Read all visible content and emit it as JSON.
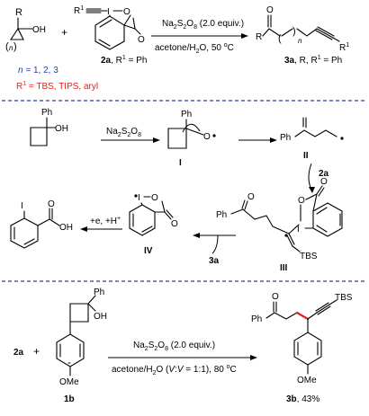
{
  "top": {
    "start_R": "R",
    "start_OH": "OH",
    "start_n": "n",
    "plus": "+",
    "reagent_R1": "R",
    "reagent_R1_sup": "1",
    "reagent_I": "I",
    "reagent_O1": "O",
    "reagent_O2": "O",
    "reagent_label": "2a",
    "reagent_label_suffix": ", R",
    "reagent_label_sup": "1",
    "reagent_label_end": " = Ph",
    "cond_above": "Na",
    "cond_above_sub1": "2",
    "cond_above_S": "S",
    "cond_above_sub2": "2",
    "cond_above_O": "O",
    "cond_above_sub3": "8",
    "cond_above_end": " (2.0 equiv.)",
    "cond_below": "acetone/H",
    "cond_below_sub": "2",
    "cond_below_end": "O, 50 ",
    "cond_below_deg": "o",
    "cond_below_C": "C",
    "prod_O": "O",
    "prod_R": "R",
    "prod_n": "n",
    "prod_R1": "R",
    "prod_R1_sup": "1",
    "prod_label": "3a",
    "prod_label_end": ", R, R",
    "prod_label_sup": "1",
    "prod_label_tail": " = Ph",
    "note_n": "n",
    "note_n_end": " = 1, 2, 3",
    "note_R1": "R",
    "note_R1_sup": "1",
    "note_R1_end": " = TBS, TIPS, aryl"
  },
  "mech": {
    "sm_Ph": "Ph",
    "sm_OH": "OH",
    "reag_Na": "Na",
    "reag_s1": "2",
    "reag_S": "S",
    "reag_s2": "2",
    "reag_O": "O",
    "reag_s3": "8",
    "int1_Ph": "Ph",
    "int1_O": "O",
    "int1_label": "I",
    "int2_Ph": "Ph",
    "int2_label": "II",
    "arrow_2a": "2a",
    "int3_O": "O",
    "int3_Ph": "Ph",
    "int3_I": "I",
    "int3_O2": "O",
    "int3_O3": "O",
    "int3_TBS": "TBS",
    "int3_label": "III",
    "arrow_3a": "3a",
    "int4_I": "I",
    "int4_O": "O",
    "int4_O2": "O",
    "int4_label": "IV",
    "arrow_eh": "+e, +H",
    "arrow_eh_sup": "+",
    "final_I": "I",
    "final_O": "O",
    "final_OH": "OH"
  },
  "bottom": {
    "reag_2a": "2a",
    "plus": "+",
    "sm_Ph": "Ph",
    "sm_OH": "OH",
    "sm_OMe": "OMe",
    "sm_label": "1b",
    "cond_above": "Na",
    "cond_s1": "2",
    "cond_S": "S",
    "cond_s2": "2",
    "cond_O": "O",
    "cond_s3": "8",
    "cond_end": " (2.0 equiv.)",
    "cond_below": "acetone/H",
    "cond_below_sub": "2",
    "cond_below_mid": "O (",
    "cond_V1": "V",
    "cond_colon": ":",
    "cond_V2": "V",
    "cond_ratio": " = 1:1), 80 ",
    "cond_deg": "o",
    "cond_C": "C",
    "prod_O": "O",
    "prod_Ph": "Ph",
    "prod_TBS": "TBS",
    "prod_OMe": "OMe",
    "prod_label": "3b",
    "prod_yield": ", 43%"
  }
}
